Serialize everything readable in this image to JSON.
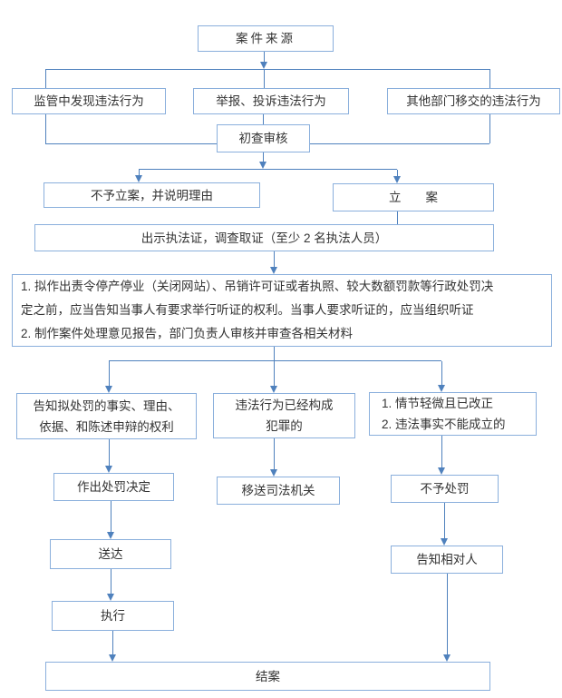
{
  "flowchart": {
    "colors": {
      "box_border": "#8AAFDC",
      "connector": "#4F81BD",
      "text": "#333333",
      "background": "#FFFFFF"
    },
    "nodes": {
      "case_source": "案件来源",
      "source_supervision": "监管中发现违法行为",
      "source_report": "举报、投诉违法行为",
      "source_other_dept": "其他部门移交的违法行为",
      "initial_review": "初查审核",
      "no_filing": "不予立案，并说明理由",
      "filing": "立　　案",
      "investigation": "出示执法证，调查取证（至少 2 名执法人员）",
      "hearing_notice": {
        "line1": "1. 拟作出责令停产停业（关闭网站）、吊销许可证或者执照、较大数额罚款等行政处罚决",
        "line2": "定之前，应当告知当事人有要求举行听证的权利。当事人要求听证的，应当组织听证",
        "line3": "2. 制作案件处理意见报告，部门负责人审核并审查各相关材料"
      },
      "notify_rights": {
        "line1": "告知拟处罚的事实、理由、",
        "line2": "依据、和陈述申辩的权利"
      },
      "constitutes_crime": {
        "line1": "违法行为已经构成",
        "line2": "犯罪的"
      },
      "no_penalty_conditions": {
        "line1": "1. 情节轻微且已改正",
        "line2": "2. 违法事实不能成立的"
      },
      "make_decision": "作出处罚决定",
      "transfer_judicial": "移送司法机关",
      "no_penalty": "不予处罚",
      "delivery": "送达",
      "notify_party": "告知相对人",
      "execution": "执行",
      "case_closed": "结案"
    }
  }
}
